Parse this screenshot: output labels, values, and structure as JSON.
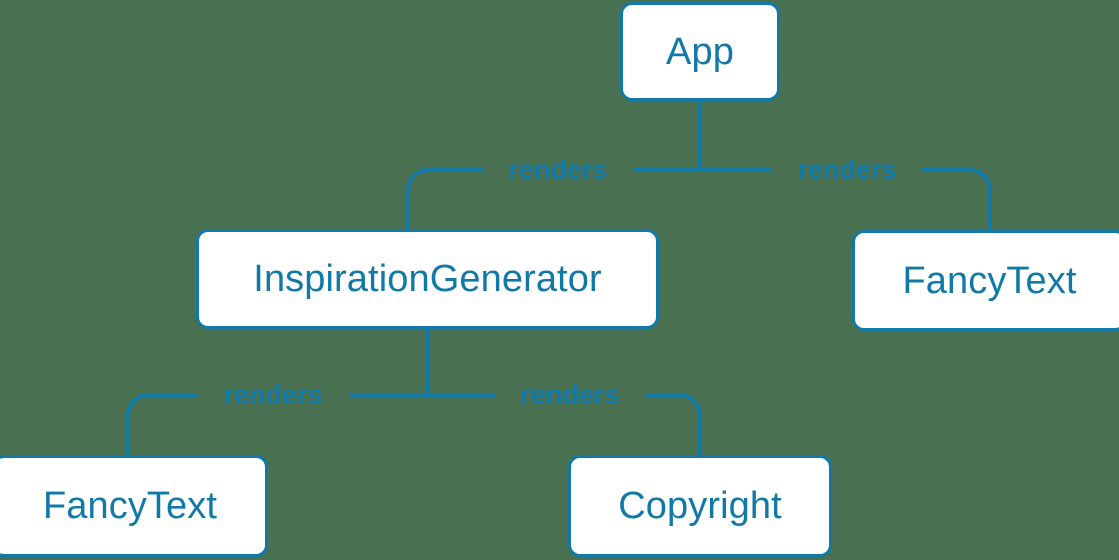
{
  "diagram": {
    "type": "component-tree",
    "background_color": "#4a7052",
    "accent_color": "#1179a8",
    "node_fill_color": "#ffffff",
    "nodes": [
      {
        "id": "app",
        "label": "App"
      },
      {
        "id": "inspiration",
        "label": "InspirationGenerator"
      },
      {
        "id": "fancytext_right",
        "label": "FancyText"
      },
      {
        "id": "fancytext_left",
        "label": "FancyText"
      },
      {
        "id": "copyright",
        "label": "Copyright"
      }
    ],
    "edges": [
      {
        "from": "app",
        "to": "inspiration",
        "label": "renders"
      },
      {
        "from": "app",
        "to": "fancytext_right",
        "label": "renders"
      },
      {
        "from": "inspiration",
        "to": "fancytext_left",
        "label": "renders"
      },
      {
        "from": "inspiration",
        "to": "copyright",
        "label": "renders"
      }
    ]
  }
}
